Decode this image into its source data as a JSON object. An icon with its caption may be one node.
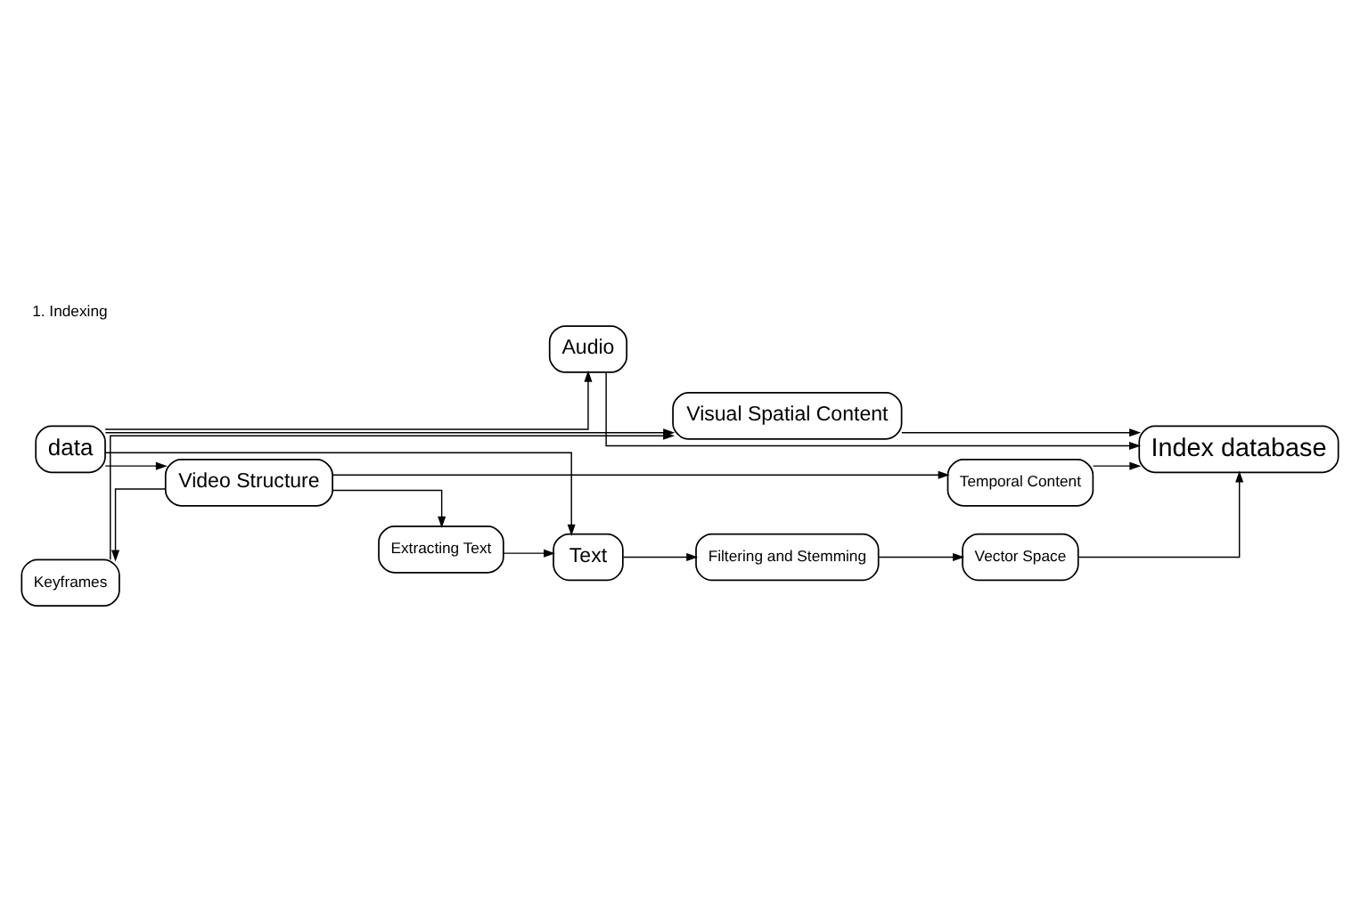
{
  "diagram": {
    "title": "1. Indexing",
    "nodes": [
      {
        "text": [
          "data"
        ]
      },
      {
        "text": [
          "Audio"
        ]
      },
      {
        "text": [
          "Visual Spatial Content"
        ]
      },
      {
        "text": [
          "Keyframes"
        ]
      },
      {
        "text": [
          "Index database"
        ]
      },
      {
        "text": [
          "Video Structure"
        ]
      },
      {
        "text": [
          "Temporal Content"
        ]
      },
      {
        "text": [
          "Extracting Text"
        ]
      },
      {
        "text": [
          "Text"
        ]
      },
      {
        "text": [
          "Filtering and Stemming"
        ]
      },
      {
        "text": [
          "Vector Space"
        ]
      }
    ],
    "edges": [
      {
        "from": 0,
        "to": 1,
        "arrow": "to"
      },
      {
        "from": 0,
        "to": 2,
        "arrow": "to"
      },
      {
        "from": 0,
        "to": 5,
        "arrow": "to"
      },
      {
        "from": 0,
        "to": 8,
        "arrow": "to"
      },
      {
        "from": 5,
        "to": 3,
        "arrow": "to"
      },
      {
        "from": 5,
        "to": 6,
        "arrow": "to"
      },
      {
        "from": 5,
        "to": 7,
        "arrow": "to"
      },
      {
        "from": 3,
        "to": 2,
        "arrow": "to"
      },
      {
        "from": 7,
        "to": 8,
        "arrow": "to"
      },
      {
        "from": 8,
        "to": 9,
        "arrow": "to"
      },
      {
        "from": 9,
        "to": 10,
        "arrow": "to"
      },
      {
        "from": 1,
        "to": 4,
        "arrow": "to"
      },
      {
        "from": 2,
        "to": 4,
        "arrow": "to"
      },
      {
        "from": 6,
        "to": 4,
        "arrow": "to"
      },
      {
        "from": 10,
        "to": 4,
        "arrow": "to"
      }
    ]
  }
}
